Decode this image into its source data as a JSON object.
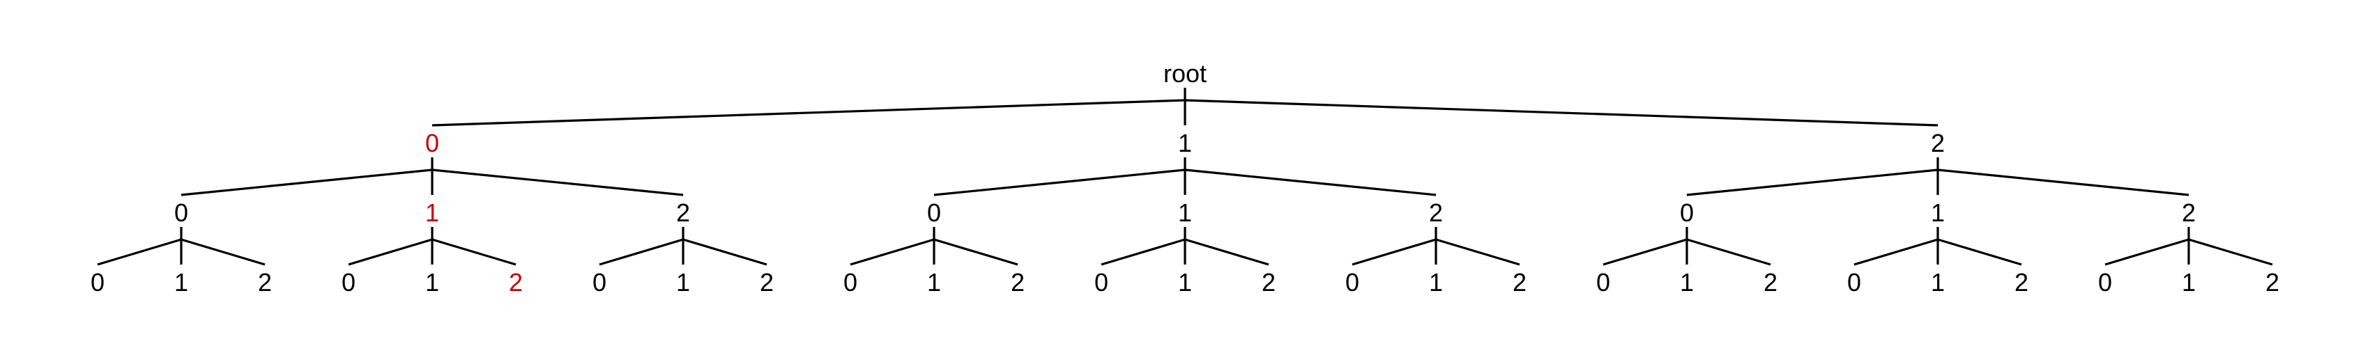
{
  "diagram": {
    "colors": {
      "default": "#000000",
      "highlight": "#cc0000",
      "edge": "#000000",
      "background": "#ffffff"
    },
    "tree": {
      "label": "root",
      "highlight": false,
      "children": [
        {
          "label": "0",
          "highlight": true,
          "children": [
            {
              "label": "0",
              "highlight": false,
              "children": [
                {
                  "label": "0",
                  "highlight": false
                },
                {
                  "label": "1",
                  "highlight": false
                },
                {
                  "label": "2",
                  "highlight": false
                }
              ]
            },
            {
              "label": "1",
              "highlight": true,
              "children": [
                {
                  "label": "0",
                  "highlight": false
                },
                {
                  "label": "1",
                  "highlight": false
                },
                {
                  "label": "2",
                  "highlight": true
                }
              ]
            },
            {
              "label": "2",
              "highlight": false,
              "children": [
                {
                  "label": "0",
                  "highlight": false
                },
                {
                  "label": "1",
                  "highlight": false
                },
                {
                  "label": "2",
                  "highlight": false
                }
              ]
            }
          ]
        },
        {
          "label": "1",
          "highlight": false,
          "children": [
            {
              "label": "0",
              "highlight": false,
              "children": [
                {
                  "label": "0",
                  "highlight": false
                },
                {
                  "label": "1",
                  "highlight": false
                },
                {
                  "label": "2",
                  "highlight": false
                }
              ]
            },
            {
              "label": "1",
              "highlight": false,
              "children": [
                {
                  "label": "0",
                  "highlight": false
                },
                {
                  "label": "1",
                  "highlight": false
                },
                {
                  "label": "2",
                  "highlight": false
                }
              ]
            },
            {
              "label": "2",
              "highlight": false,
              "children": [
                {
                  "label": "0",
                  "highlight": false
                },
                {
                  "label": "1",
                  "highlight": false
                },
                {
                  "label": "2",
                  "highlight": false
                }
              ]
            }
          ]
        },
        {
          "label": "2",
          "highlight": false,
          "children": [
            {
              "label": "0",
              "highlight": false,
              "children": [
                {
                  "label": "0",
                  "highlight": false
                },
                {
                  "label": "1",
                  "highlight": false
                },
                {
                  "label": "2",
                  "highlight": false
                }
              ]
            },
            {
              "label": "1",
              "highlight": false,
              "children": [
                {
                  "label": "0",
                  "highlight": false
                },
                {
                  "label": "1",
                  "highlight": false
                },
                {
                  "label": "2",
                  "highlight": false
                }
              ]
            },
            {
              "label": "2",
              "highlight": false,
              "children": [
                {
                  "label": "0",
                  "highlight": false
                },
                {
                  "label": "1",
                  "highlight": false
                },
                {
                  "label": "2",
                  "highlight": false
                }
              ]
            }
          ]
        }
      ]
    }
  }
}
